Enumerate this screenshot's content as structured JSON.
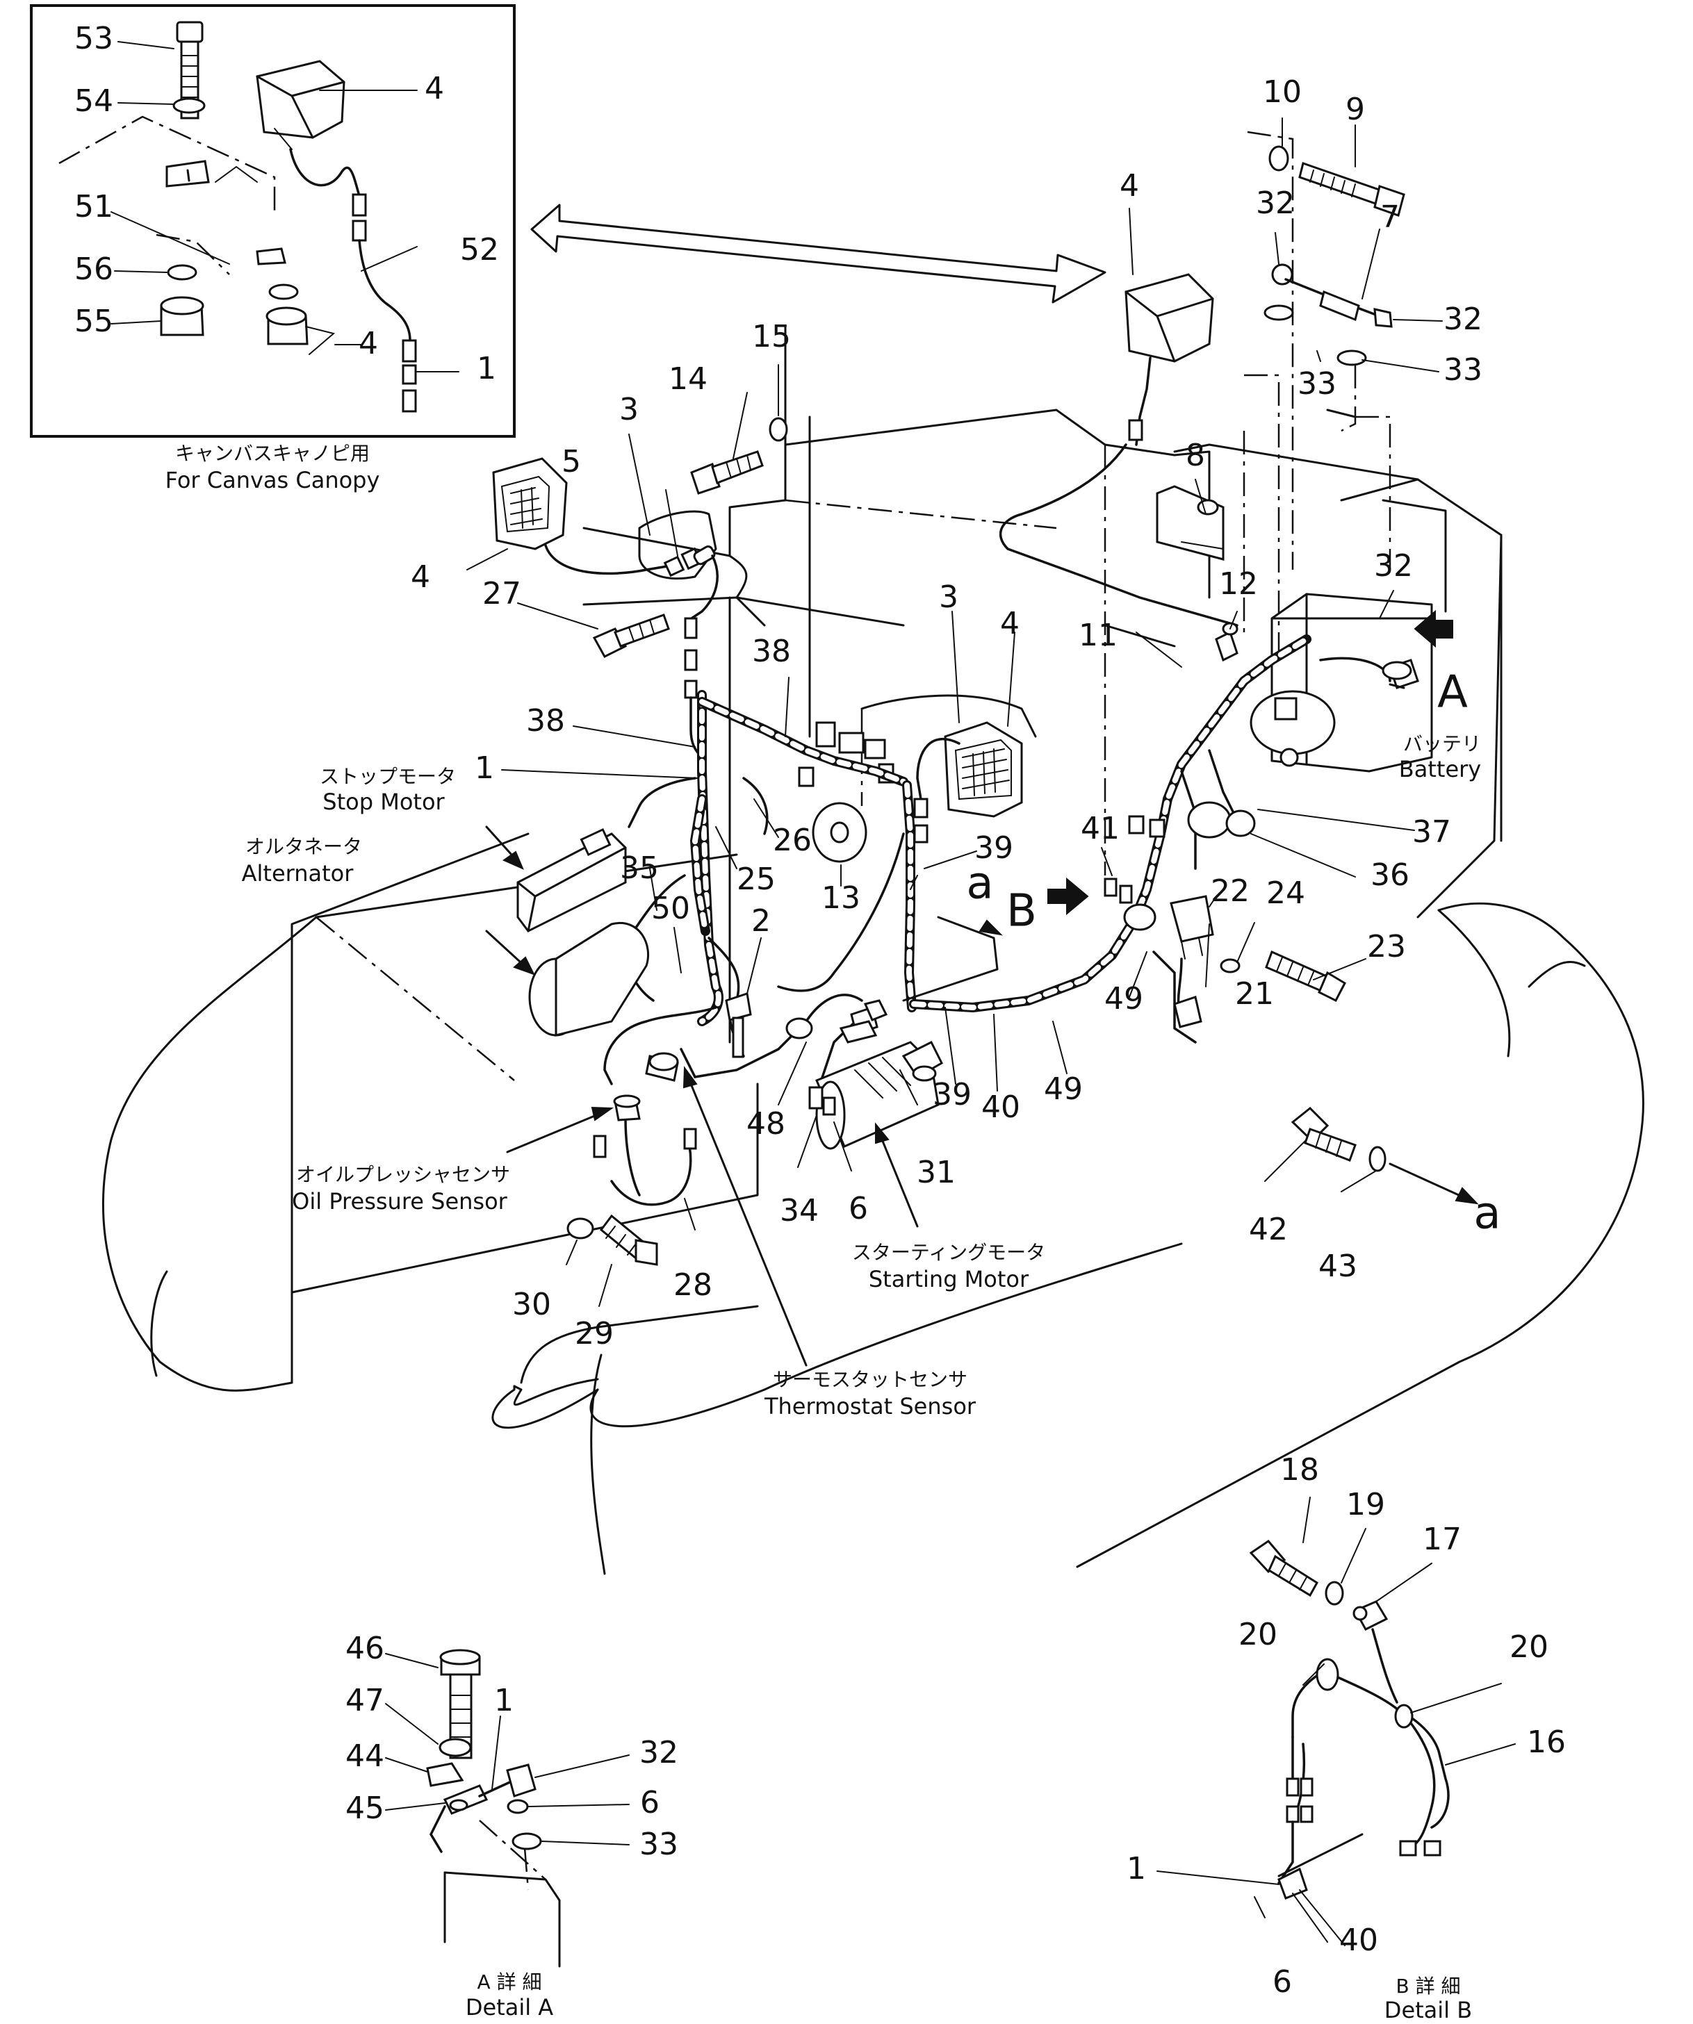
{
  "inset": {
    "jp": "キャンバスキャノピ用",
    "en": "For Canvas Canopy"
  },
  "labels": {
    "stop_motor_jp": "ストップモータ",
    "stop_motor_en": "Stop Motor",
    "alternator_jp": "オルタネータ",
    "alternator_en": "Alternator",
    "battery_jp": "バッテリ",
    "battery_en": "Battery",
    "oil_sensor_jp": "オイルプレッシャセンサ",
    "oil_sensor_en": "Oil Pressure Sensor",
    "starting_motor_jp": "スターティングモータ",
    "starting_motor_en": "Starting Motor",
    "thermostat_jp": "サーモスタットセンサ",
    "thermostat_en": "Thermostat Sensor",
    "detail_a_jp": "A 詳 細",
    "detail_a_en": "Detail A",
    "detail_b_jp": "B 詳 細",
    "detail_b_en": "Detail B"
  },
  "letters": {
    "A": "A",
    "B": "B",
    "a1": "a",
    "a2": "a"
  },
  "callouts": {
    "inset": [
      "53",
      "54",
      "51",
      "56",
      "55",
      "4",
      "52",
      "4",
      "1"
    ],
    "main": [
      "10",
      "9",
      "4",
      "32",
      "7",
      "32",
      "33",
      "33",
      "15",
      "14",
      "3",
      "5",
      "8",
      "4",
      "27",
      "12",
      "32",
      "11",
      "38",
      "3",
      "4",
      "38",
      "1",
      "26",
      "25",
      "35",
      "50",
      "2",
      "13",
      "39",
      "41",
      "22",
      "24",
      "23",
      "21",
      "37",
      "36",
      "48",
      "31",
      "39",
      "40",
      "49",
      "49",
      "34",
      "6",
      "30",
      "29",
      "28",
      "42",
      "43"
    ],
    "detail_a": [
      "46",
      "47",
      "1",
      "44",
      "32",
      "45",
      "6",
      "33"
    ],
    "detail_b": [
      "18",
      "19",
      "17",
      "20",
      "20",
      "16",
      "1",
      "40",
      "6"
    ]
  }
}
